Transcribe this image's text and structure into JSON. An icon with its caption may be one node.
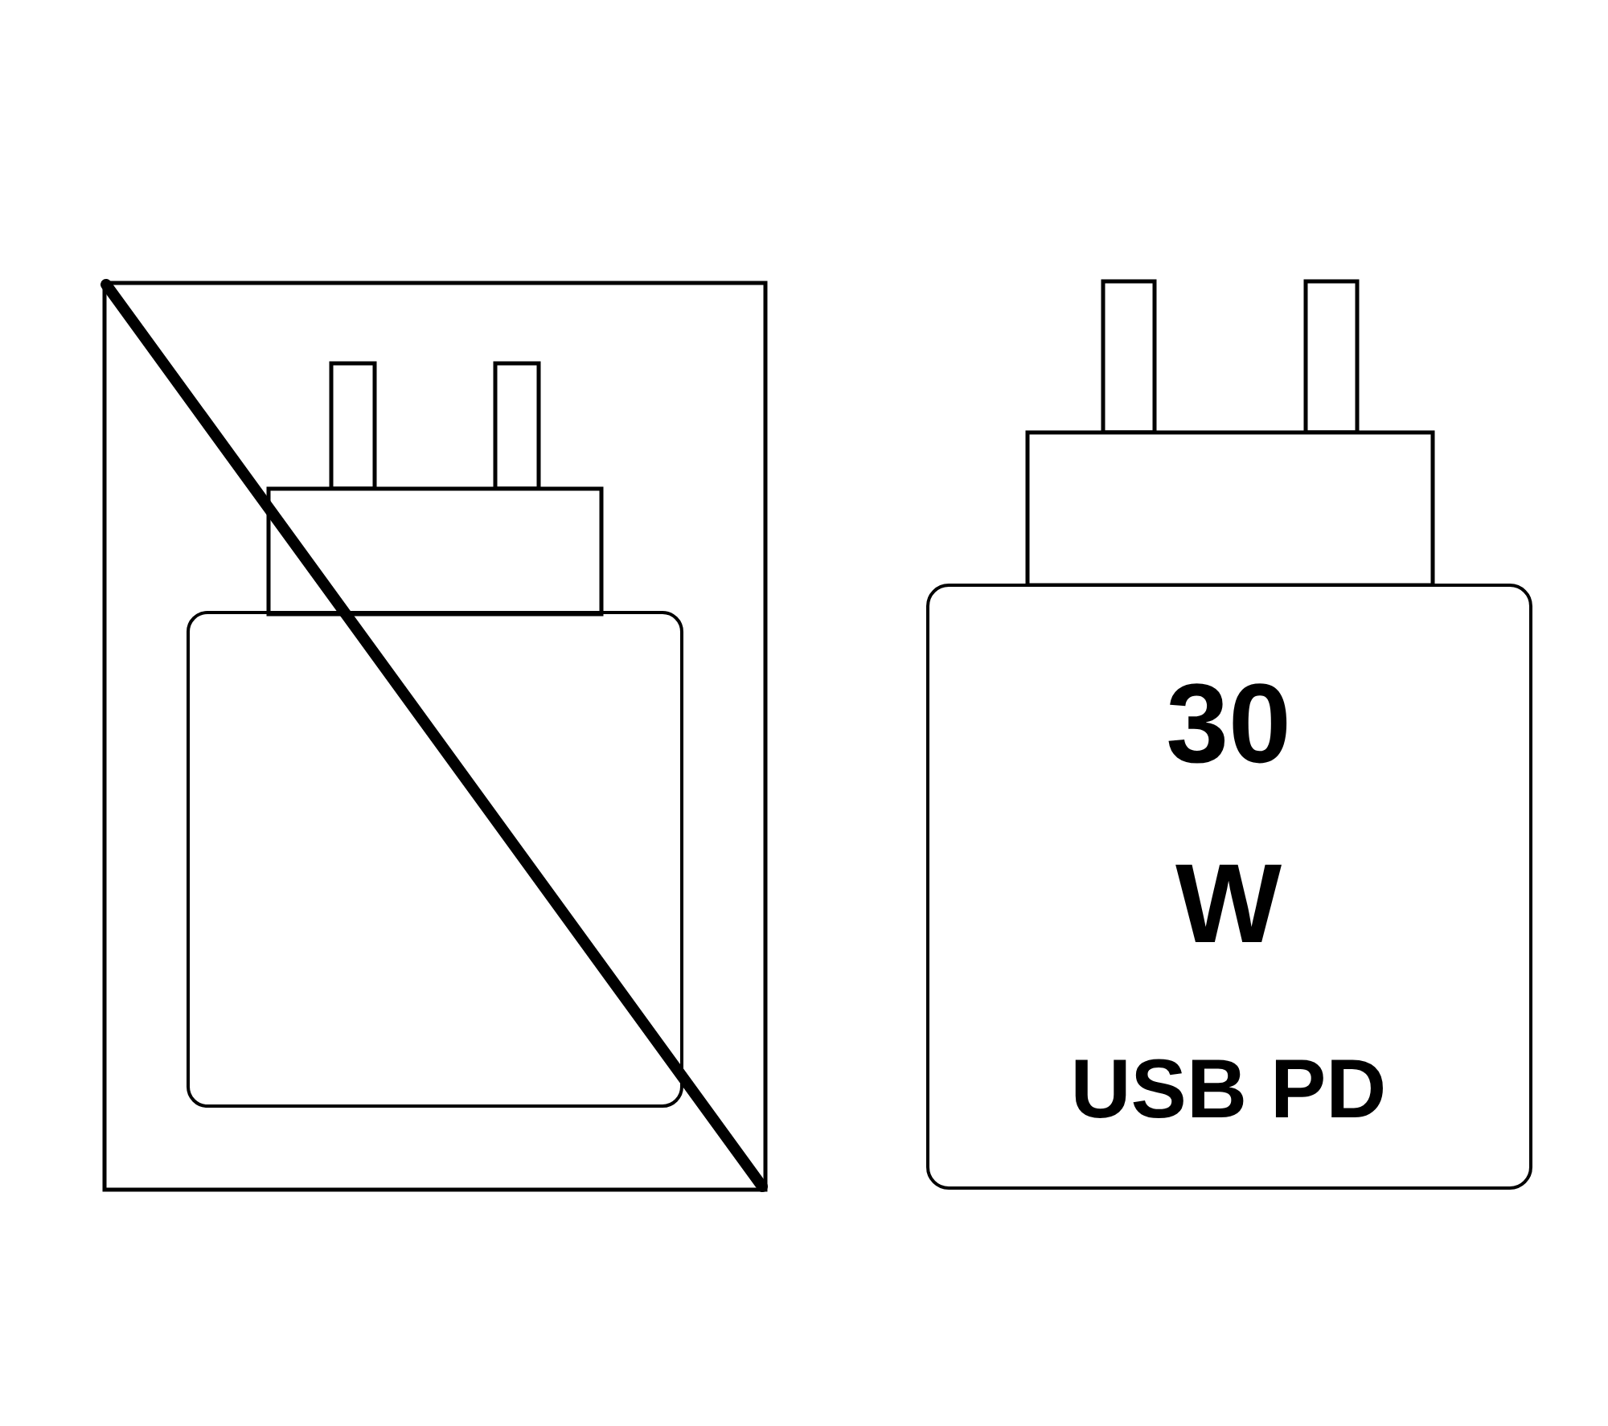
{
  "diagram": {
    "nodes": [
      {
        "text": [],
        "shape": "box"
      },
      {
        "text": [
          "30 W",
          "USB PD"
        ]
      }
    ]
  }
}
